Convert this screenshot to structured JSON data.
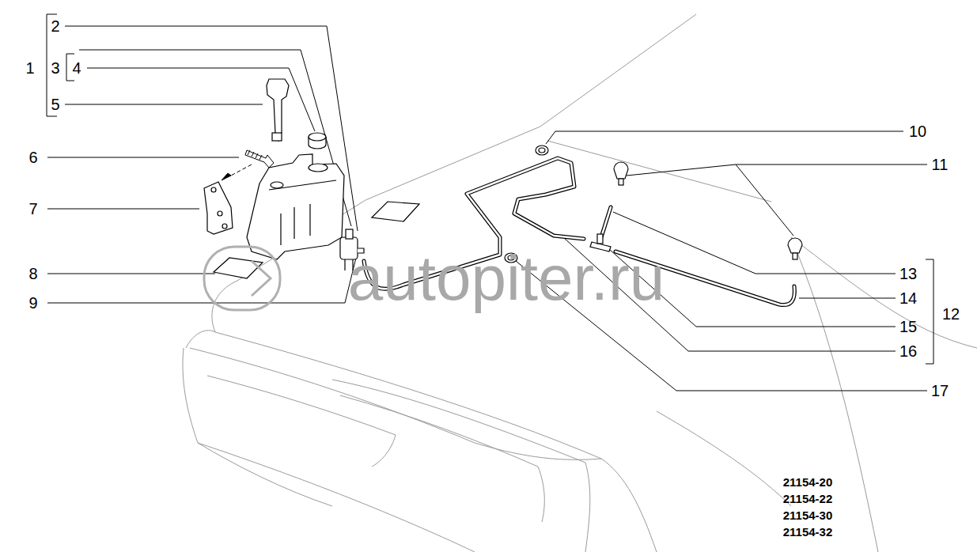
{
  "diagram": {
    "labels": [
      "1",
      "2",
      "3",
      "4",
      "5",
      "6",
      "7",
      "8",
      "9",
      "10",
      "11",
      "12",
      "13",
      "14",
      "15",
      "16",
      "17",
      "21154-20",
      "21154-22",
      "21154-30",
      "21154-32",
      "autopiter.ru"
    ]
  }
}
